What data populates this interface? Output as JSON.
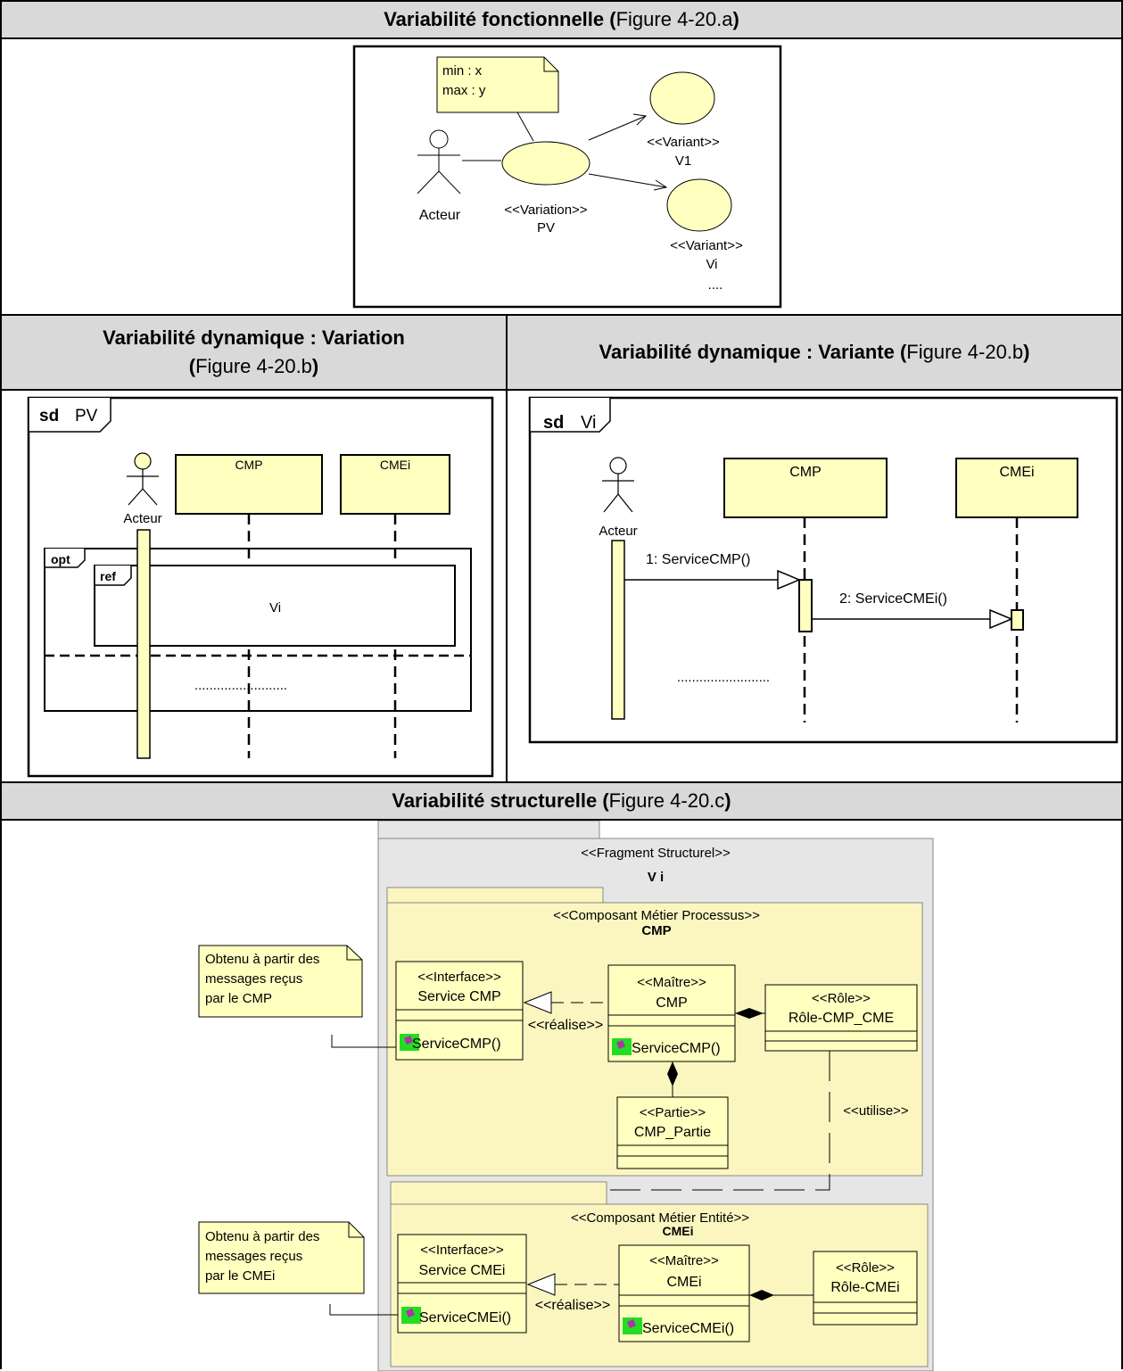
{
  "headers": {
    "fonctionnelle": {
      "bold": "Variabilité fonctionnelle (",
      "normal": "Figure 4-20.a",
      "tail": ")"
    },
    "dyn_variation": {
      "bold": "Variabilité dynamique : Variation",
      "open": "(",
      "normal": "Figure 4-20.b",
      "tail": ")"
    },
    "dyn_variante": {
      "bold": "Variabilité dynamique : Variante (",
      "normal": "Figure 4-20.b",
      "tail": ")"
    },
    "structurelle": {
      "bold": "Variabilité structurelle (",
      "normal": "Figure 4-20.c",
      "tail": ")"
    }
  },
  "usecase": {
    "note_line1": "min : x",
    "note_line2": "max : y",
    "actor": "Acteur",
    "variation_stereo": "<<Variation>>",
    "variation_name": "PV",
    "variant1_stereo": "<<Variant>>",
    "variant1_name": "V1",
    "varianti_stereo": "<<Variant>>",
    "varianti_name": "Vi",
    "ellipsis": "...."
  },
  "seq_pv": {
    "sd": "sd",
    "frame_name": "PV",
    "actor": "Acteur",
    "lifeline1": "CMP",
    "lifeline2": "CMEi",
    "opt": "opt",
    "ref": "ref",
    "ref_content": "Vi",
    "dots": "........................."
  },
  "seq_vi": {
    "sd": "sd",
    "frame_name": "Vi",
    "actor": "Acteur",
    "lifeline1": "CMP",
    "lifeline2": "CMEi",
    "msg1": "1: ServiceCMP()",
    "msg2": "2: ServiceCMEi()",
    "dots": "........................."
  },
  "structure": {
    "fragment_stereo": "<<Fragment Structurel>>",
    "fragment_name": "V i",
    "cmp_pkg_stereo": "<<Composant Métier Processus>>",
    "cmp_pkg_name": "CMP",
    "note1_l1": "Obtenu à partir des",
    "note1_l2": "messages reçus",
    "note1_l3": "par le CMP",
    "iface1_stereo": "<<Interface>>",
    "iface1_name": "Service CMP",
    "iface1_op": "ServiceCMP()",
    "master1_stereo": "<<Maître>>",
    "master1_name": "CMP",
    "master1_op": "ServiceCMP()",
    "realise1": "<<réalise>>",
    "role1_stereo": "<<Rôle>>",
    "role1_name": "Rôle-CMP_CME",
    "part_stereo": "<<Partie>>",
    "part_name": "CMP_Partie",
    "utilise": "<<utilise>>",
    "cme_pkg_stereo": "<<Composant Métier Entité>>",
    "cme_pkg_name": "CMEi",
    "note2_l1": "Obtenu à partir des",
    "note2_l2": "messages reçus",
    "note2_l3": "par le CMEi",
    "iface2_stereo": "<<Interface>>",
    "iface2_name": "Service CMEi",
    "iface2_op": "ServiceCMEi()",
    "master2_stereo": "<<Maître>>",
    "master2_name": "CMEi",
    "master2_op": "ServiceCMEi()",
    "realise2": "<<réalise>>",
    "role2_stereo": "<<Rôle>>",
    "role2_name": "Rôle-CMEi"
  },
  "colors": {
    "header_bg": "#d9d9d9",
    "uml_fill": "#ffffc0",
    "package_fill": "#fbf6c0",
    "fragment_fill": "#e6e6e6",
    "op_icon": "#22dd22"
  }
}
